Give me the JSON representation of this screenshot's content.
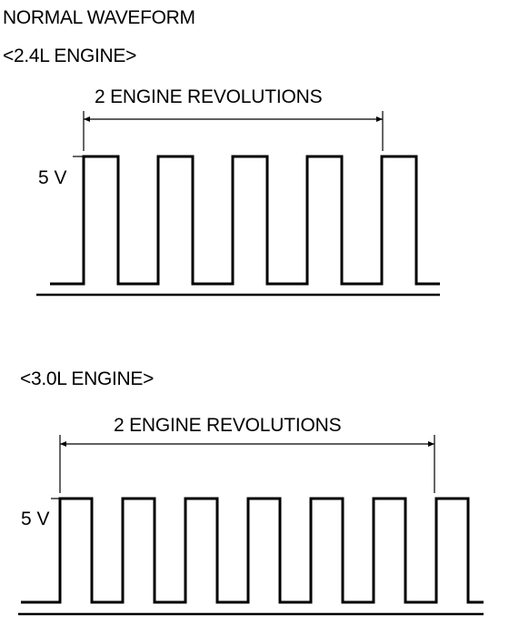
{
  "title": "NORMAL WAVEFORM",
  "engines": [
    {
      "label": "<2.4L ENGINE>",
      "span_label": "2 ENGINE REVOLUTIONS",
      "voltage_label": "5 V",
      "pulses": 5
    },
    {
      "label": "<3.0L ENGINE>",
      "span_label": "2 ENGINE REVOLUTIONS",
      "voltage_label": "5 V",
      "pulses": 7
    }
  ]
}
